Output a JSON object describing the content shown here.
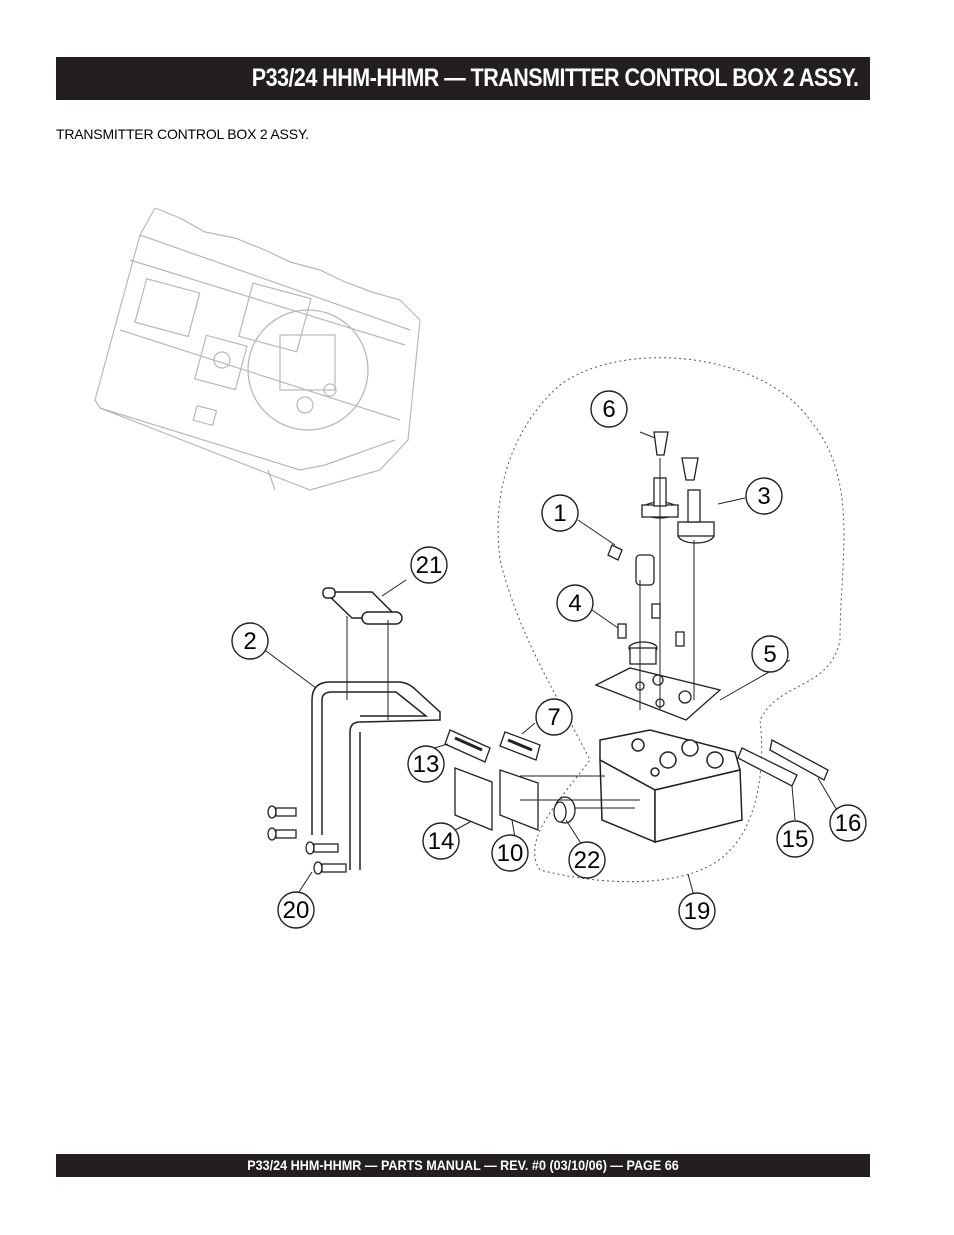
{
  "header": {
    "title": "P33/24 HHM-HHMR — TRANSMITTER CONTROL BOX 2 ASSY."
  },
  "section": {
    "subtitle": "TRANSMITTER CONTROL BOX 2 ASSY."
  },
  "diagram": {
    "callouts": [
      "6",
      "1",
      "3",
      "4",
      "5",
      "21",
      "2",
      "7",
      "13",
      "14",
      "10",
      "22",
      "19",
      "15",
      "16",
      "20"
    ]
  },
  "footer": {
    "text": "P33/24 HHM-HHMR — PARTS MANUAL — REV. #0 (03/10/06) — PAGE 66"
  }
}
